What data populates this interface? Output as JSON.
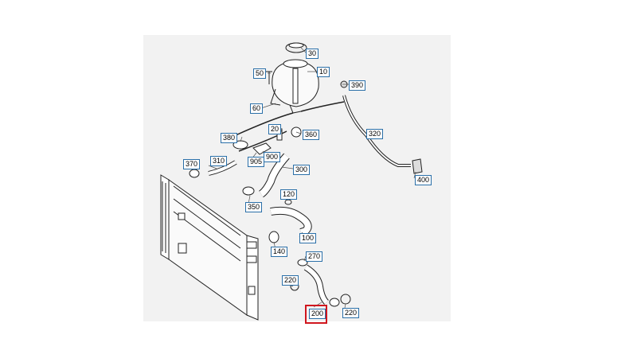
{
  "diagram": {
    "part_callouts": [
      {
        "id": "30",
        "label": "30"
      },
      {
        "id": "50",
        "label": "50"
      },
      {
        "id": "10",
        "label": "10"
      },
      {
        "id": "390",
        "label": "390"
      },
      {
        "id": "60",
        "label": "60"
      },
      {
        "id": "20",
        "label": "20"
      },
      {
        "id": "360",
        "label": "360"
      },
      {
        "id": "320",
        "label": "320"
      },
      {
        "id": "380",
        "label": "380"
      },
      {
        "id": "900",
        "label": "900"
      },
      {
        "id": "905",
        "label": "905"
      },
      {
        "id": "370",
        "label": "370"
      },
      {
        "id": "310",
        "label": "310"
      },
      {
        "id": "300",
        "label": "300"
      },
      {
        "id": "400",
        "label": "400"
      },
      {
        "id": "120",
        "label": "120"
      },
      {
        "id": "350",
        "label": "350"
      },
      {
        "id": "100",
        "label": "100"
      },
      {
        "id": "140",
        "label": "140"
      },
      {
        "id": "270",
        "label": "270"
      },
      {
        "id": "220a",
        "label": "220"
      },
      {
        "id": "220b",
        "label": "220"
      },
      {
        "id": "200",
        "label": "200"
      }
    ],
    "highlighted_part": "200",
    "colors": {
      "callout_border": "#2a6fa8",
      "highlight": "#d0161e",
      "line_art": "#222222",
      "panel_background": "#f2f2f2"
    }
  }
}
